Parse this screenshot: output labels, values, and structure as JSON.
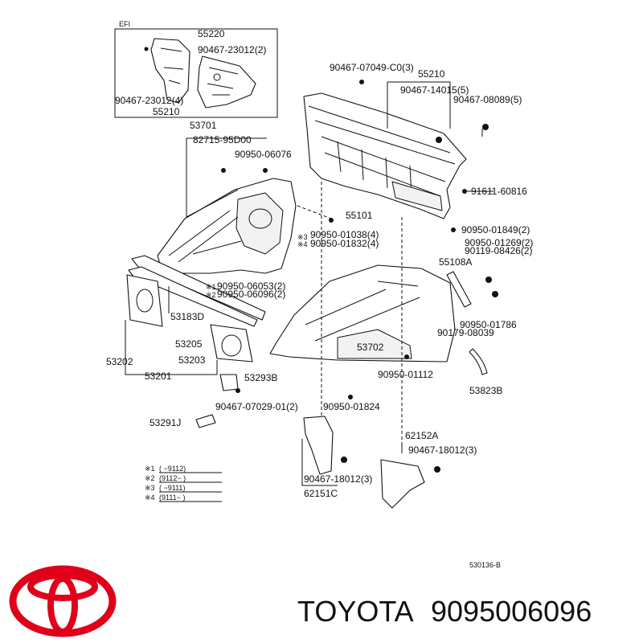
{
  "diagram": {
    "efi_label": "EFI",
    "code": "530136-B",
    "labels": {
      "l55220": "55220",
      "l90467_23012_2": "90467-23012(2)",
      "l90467_23012_4": "90467-23012(4)",
      "l55210_box": "55210",
      "l53701": "53701",
      "l82715": "82715-95D00",
      "l90950_06076": "90950-06076",
      "l90467_07049": "90467-07049-C0(3)",
      "l55210_top": "55210",
      "l90467_14015": "90467-14015(5)",
      "l90467_08089": "90467-08089(5)",
      "l91611": "91611-60816",
      "l55101": "55101",
      "l90950_01849": "90950-01849(2)",
      "l90950_01038": "90950-01038(4)",
      "l90950_01832": "90950-01832(4)",
      "l90950_01269": "90950-01269(2)",
      "l90119": "90119-08426(2)",
      "l55108A": "55108A",
      "l90950_06053": "90950-06053(2)",
      "l90950_06096": "90950-06096(2)",
      "l53183D": "53183D",
      "l90950_01786": "90950-01786",
      "l90179": "90179-08039",
      "l53205": "53205",
      "l53702": "53702",
      "l53202": "53202",
      "l53203": "53203",
      "l90950_01112": "90950-01112",
      "l53201": "53201",
      "l53293B": "53293B",
      "l53823B": "53823B",
      "l90467_07029": "90467-07029-01(2)",
      "l90950_01824": "90950-01824",
      "l53291J": "53291J",
      "l62152A": "62152A",
      "l90467_18012_r": "90467-18012(3)",
      "l90467_18012_l": "90467-18012(3)",
      "l62151C": "62151C",
      "mark3": "※3",
      "mark4": "※4",
      "mark1": "※1",
      "mark2": "※2"
    },
    "legend": [
      {
        "mark": "※1",
        "text": "(      −9112)"
      },
      {
        "mark": "※2",
        "text": "(9112−      )"
      },
      {
        "mark": "※3",
        "text": "(      −9111)"
      },
      {
        "mark": "※4",
        "text": "(9111−      )"
      }
    ]
  },
  "footer": {
    "brand": "TOYOTA",
    "part_number": "9095006096",
    "logo_color": "#e1001a"
  }
}
